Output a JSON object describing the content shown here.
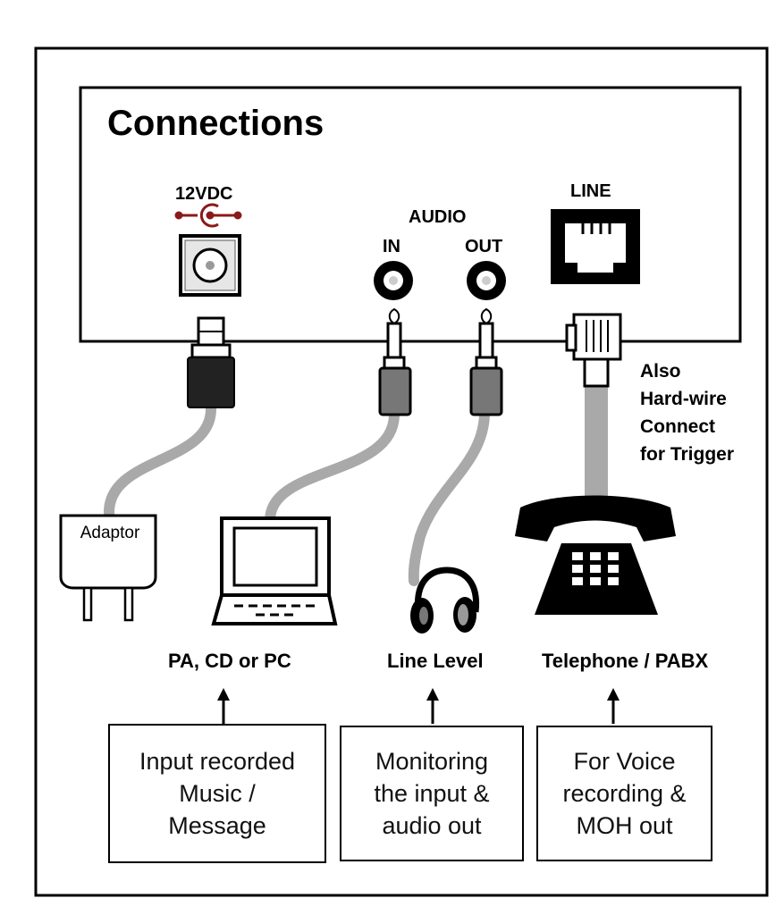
{
  "title": "Connections",
  "ports": {
    "power": "12VDC",
    "audio": "AUDIO",
    "audio_in": "IN",
    "audio_out": "OUT",
    "line": "LINE"
  },
  "side_note": {
    "line1": "Also",
    "line2": "Hard-wire",
    "line3": "Connect",
    "line4": "for Trigger"
  },
  "devices": {
    "adaptor": "Adaptor",
    "pc": "PA, CD or PC",
    "headphones": "Line Level",
    "telephone": "Telephone / PABX"
  },
  "descriptions": [
    {
      "lines": [
        "Input recorded",
        "Music /",
        "Message"
      ]
    },
    {
      "lines": [
        "Monitoring",
        "the input &",
        "audio out"
      ]
    },
    {
      "lines": [
        "For Voice",
        "recording &",
        "MOH out"
      ]
    }
  ],
  "icons": [
    "power-polarity-icon",
    "dc-jack-icon",
    "audio-jack-icon",
    "rj11-jack-icon",
    "adaptor-icon",
    "laptop-icon",
    "headphones-icon",
    "telephone-icon"
  ],
  "colors": {
    "polarity": "#8b1a1a",
    "cable": "#a9a9a9",
    "line": "#000000"
  }
}
